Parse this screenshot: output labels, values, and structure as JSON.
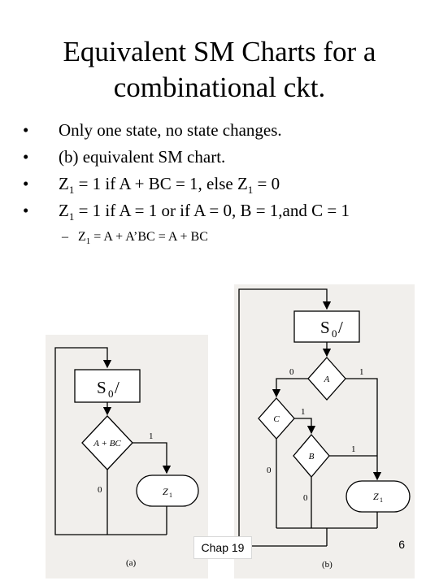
{
  "slide": {
    "title_line1": "Equivalent SM Charts for a",
    "title_line2": "combinational ckt.",
    "bullet_symbol": "•",
    "bullets": [
      "Only one state, no state changes.",
      "(b) equivalent SM chart.",
      {
        "a": "Z",
        "sub": "1",
        "b": " = 1 if A + BC = 1, else Z",
        "sub2": "1",
        "c": " = 0"
      },
      {
        "a": "Z",
        "sub": "1",
        "b": " = 1 if A = 1 or if A = 0, B = 1,and C = 1"
      }
    ],
    "sub_dash": "–",
    "sub_bullet": {
      "a": "Z",
      "sub": "1",
      "b": " = A + A’BC = A + BC"
    }
  },
  "figure_a": {
    "state": "S",
    "state_sub": "0",
    "state_slash": "/",
    "decision": "A + BC",
    "branch_true": "1",
    "branch_false": "0",
    "output": "Z",
    "output_sub": "1",
    "caption": "(a)"
  },
  "figure_b": {
    "state": "S",
    "state_sub": "0",
    "state_slash": "/",
    "decision_a": "A",
    "decision_c": "C",
    "decision_b": "B",
    "a_false": "0",
    "a_true": "1",
    "c_true": "1",
    "c_false": "0",
    "b_true": "1",
    "b_false": "0",
    "output": "Z",
    "output_sub": "1",
    "caption": "(b)"
  },
  "footer": {
    "chapter": "Chap 19",
    "page": "6"
  }
}
